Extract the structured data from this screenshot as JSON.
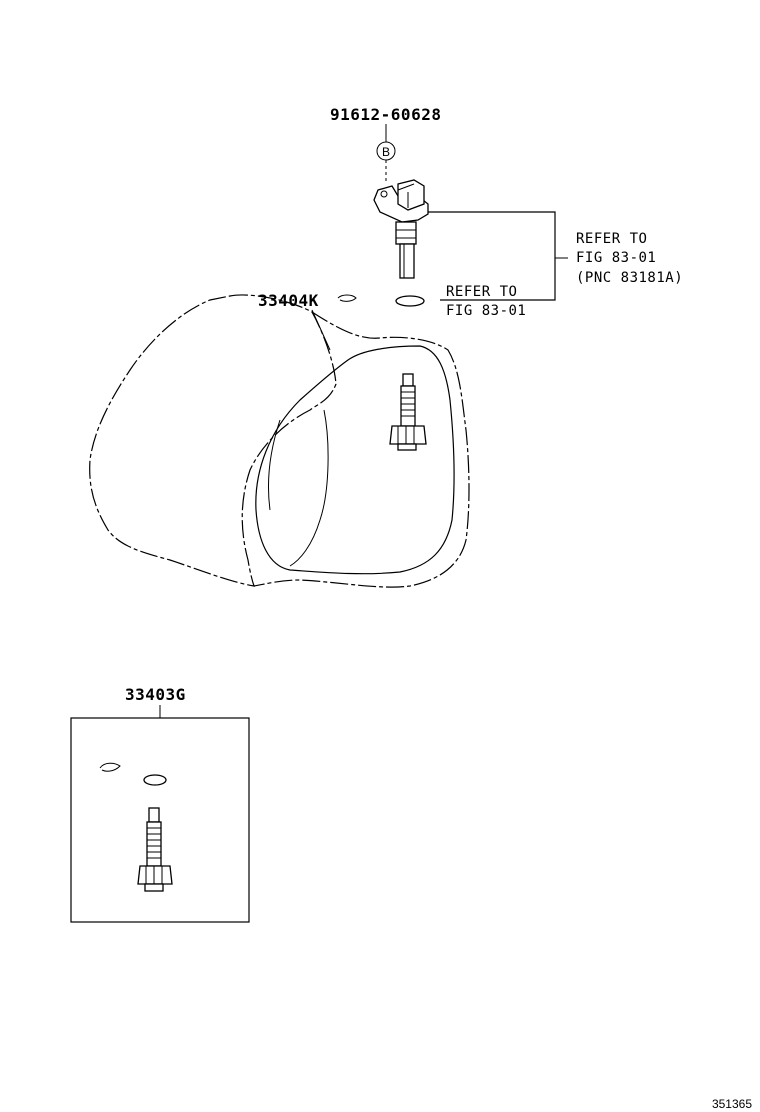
{
  "labels": {
    "sensor_bolt_part": "91612-60628",
    "bolt_marker": "B",
    "refer_sensor_line1": "REFER TO",
    "refer_sensor_line2": "FIG 83-01",
    "refer_sensor_line3": "(PNC 83181A)",
    "refer_oring_line1": "REFER TO",
    "refer_oring_line2": "FIG 83-01",
    "snap_ring_part": "33404K",
    "kit_part": "33403G",
    "figure_number": "351365"
  }
}
